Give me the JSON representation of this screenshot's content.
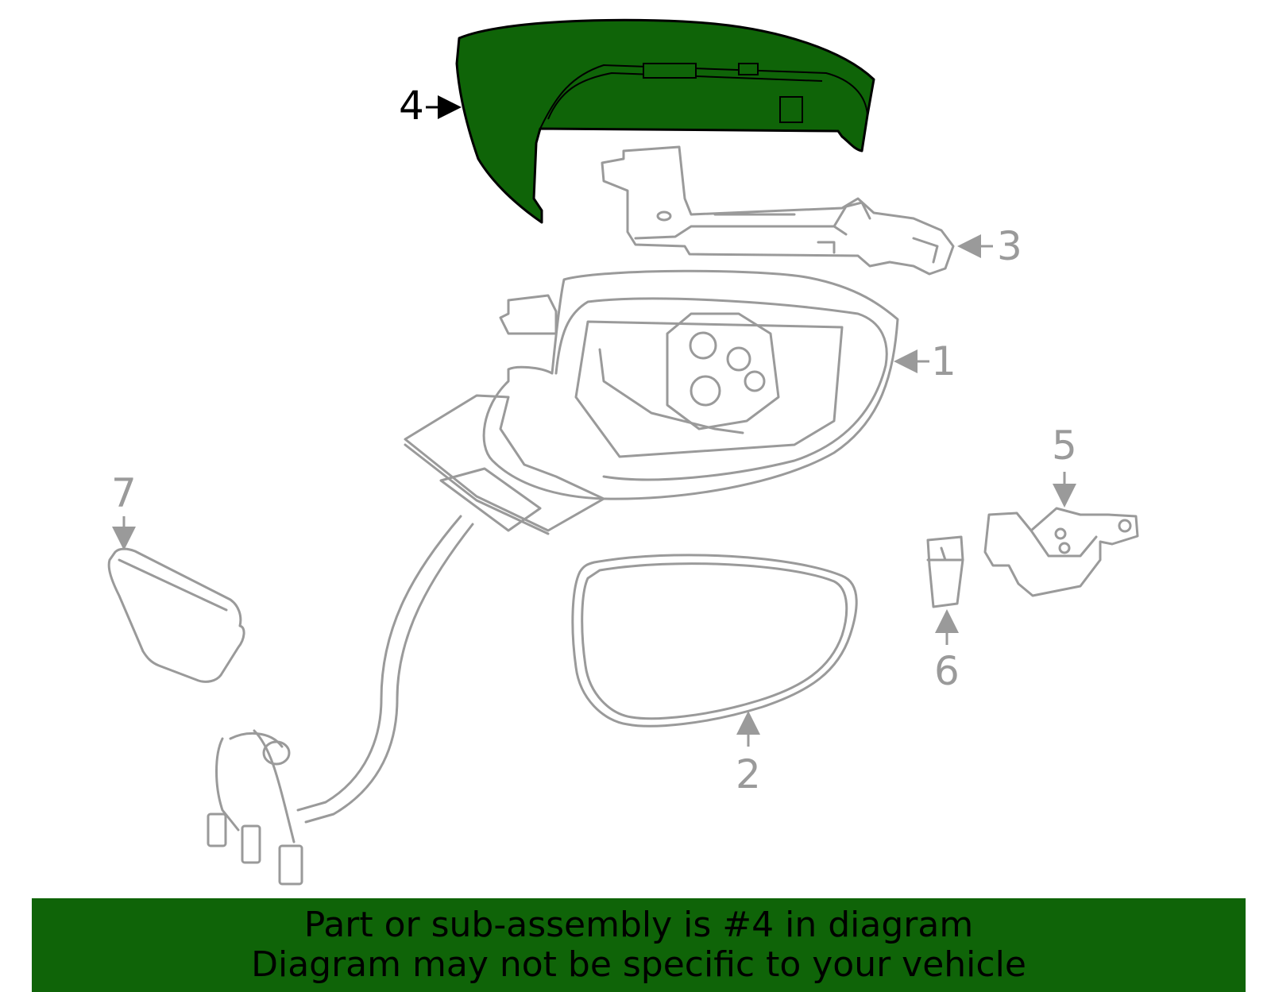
{
  "diagram": {
    "highlight_color": "#0f6408",
    "outline_color": "#9a9a9a",
    "callouts": [
      {
        "id": "1",
        "label": "1"
      },
      {
        "id": "2",
        "label": "2"
      },
      {
        "id": "3",
        "label": "3"
      },
      {
        "id": "4",
        "label": "4",
        "highlighted": true
      },
      {
        "id": "5",
        "label": "5"
      },
      {
        "id": "6",
        "label": "6"
      },
      {
        "id": "7",
        "label": "7"
      }
    ]
  },
  "banner": {
    "background": "#0f6408",
    "line1": "Part or sub-assembly is #4 in diagram",
    "line2": "Diagram may not be specific to your vehicle"
  }
}
